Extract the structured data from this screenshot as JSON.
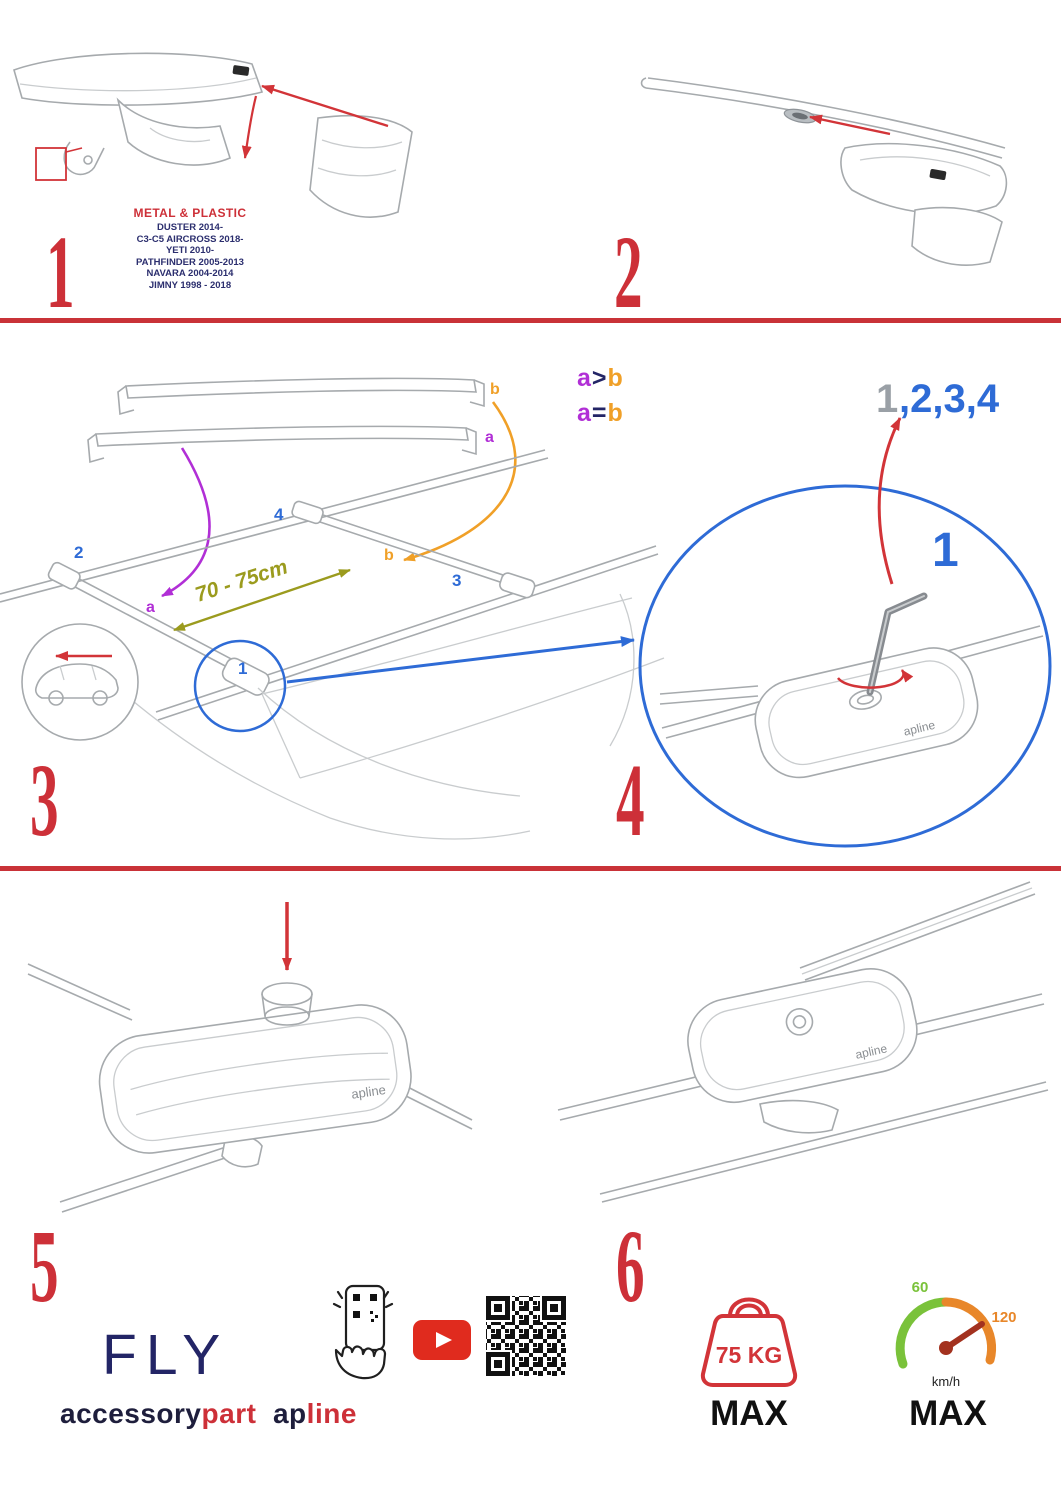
{
  "colors": {
    "red": "#cd3038",
    "blue": "#2e6bd6",
    "purple": "#b12fd6",
    "orange": "#f0a028",
    "olive": "#9b9b1e",
    "navy": "#232566"
  },
  "steps": {
    "n1": "1",
    "n2": "2",
    "n3": "3",
    "n4": "4",
    "n5": "5",
    "n6": "6"
  },
  "step1": {
    "material": "METAL & PLASTIC",
    "models": [
      "DUSTER 2014-",
      "C3-C5 AIRCROSS 2018-",
      "YETI 2010-",
      "PATHFINDER 2005-2013",
      "NAVARA 2004-2014",
      "JIMNY 1998 - 2018"
    ]
  },
  "step3": {
    "bar_a": "a",
    "bar_b": "b",
    "cmp_gt": ">",
    "cmp_eq": "=",
    "distance": "70 - 75cm",
    "pos1": "1",
    "pos2": "2",
    "pos3": "3",
    "pos4": "4",
    "roof_a": "a",
    "roof_b": "b"
  },
  "step4": {
    "seq_first": "1",
    "seq_rest": ",2,3,4",
    "callout": "1"
  },
  "drawing": {
    "logo": "apline"
  },
  "brand": {
    "model": "FLY",
    "accessory": "accessory",
    "part": "part",
    "ap": "ap",
    "line": "line"
  },
  "badges": {
    "weight_value": "75 KG",
    "weight_max": "MAX",
    "speed_low": "60",
    "speed_high": "120",
    "speed_unit": "km/h",
    "speed_max": "MAX"
  }
}
